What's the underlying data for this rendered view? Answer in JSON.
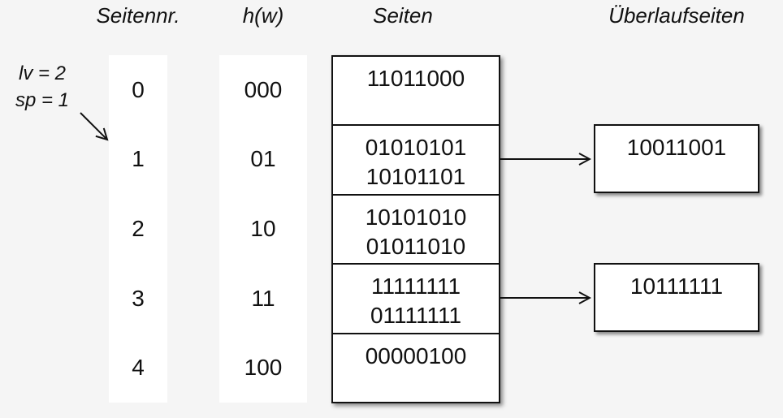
{
  "headers": {
    "page_number": "Seitennr.",
    "hash": "h(w)",
    "pages": "Seiten",
    "overflow_pages": "Überlaufseiten"
  },
  "annotation": {
    "lv": "lv = 2",
    "sp": "sp = 1"
  },
  "rows": [
    {
      "page_number": "0",
      "hash": "000",
      "values": [
        "11011000"
      ]
    },
    {
      "page_number": "1",
      "hash": "01",
      "values": [
        "01010101",
        "10101101"
      ],
      "overflow": "10011001"
    },
    {
      "page_number": "2",
      "hash": "10",
      "values": [
        "10101010",
        "01011010"
      ]
    },
    {
      "page_number": "3",
      "hash": "11",
      "values": [
        "11111111",
        "01111111"
      ],
      "overflow": "10111111"
    },
    {
      "page_number": "4",
      "hash": "100",
      "values": [
        "00000100"
      ]
    }
  ],
  "colors": {
    "background": "#f5f5f5",
    "box_fill": "#ffffff",
    "line": "#111111",
    "text": "#111111"
  }
}
